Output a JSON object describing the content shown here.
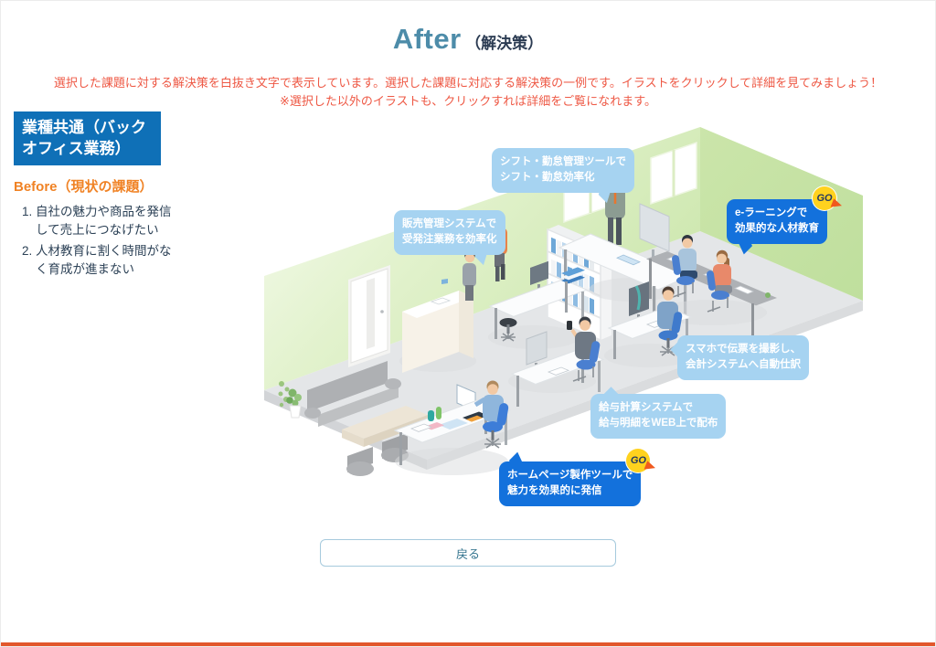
{
  "header": {
    "title_en": "After",
    "title_ja": "（解決策）"
  },
  "instructions": {
    "line1": "選択した課題に対する解決策を白抜き文字で表示しています。選択した課題に対応する解決策の一例です。イラストをクリックして詳細を見てみましょう！",
    "line2": "※選択した以外のイラストも、クリックすれば詳細をご覧になれます。"
  },
  "sidebar": {
    "category": "業種共通（バックオフィス業務）",
    "before_label": "Before（現状の課題）",
    "issues": [
      "自社の魅力や商品を発信して売上につなげたい",
      "人材教育に割く時間がなく育成が進まない"
    ]
  },
  "callouts": [
    {
      "id": "shift-management",
      "style": "light",
      "line1": "シフト・勤怠管理ツールで",
      "line2": "シフト・勤怠効率化",
      "go": false
    },
    {
      "id": "sales-management",
      "style": "light",
      "line1": "販売管理システムで",
      "line2": "受発注業務を効率化",
      "go": false
    },
    {
      "id": "e-learning",
      "style": "dark",
      "line1": "e-ラーニングで",
      "line2": "効果的な人材教育",
      "go": true
    },
    {
      "id": "receipt-accounting",
      "style": "light",
      "line1": "スマホで伝票を撮影し、",
      "line2": "会計システムへ自動仕訳",
      "go": false
    },
    {
      "id": "payroll",
      "style": "light",
      "line1": "給与計算システムで",
      "line2": "給与明細をWEB上で配布",
      "go": false
    },
    {
      "id": "homepage-tool",
      "style": "dark",
      "line1": "ホームページ製作ツールで",
      "line2": "魅力を効果的に発信",
      "go": true
    }
  ],
  "go_label": "GO",
  "buttons": {
    "back": "戻る"
  },
  "colors": {
    "title_teal": "#4d8ca9",
    "instruction_red": "#ee5844",
    "category_blue": "#0f70b7",
    "before_orange": "#f08224",
    "bubble_light": "#a6d3f1",
    "bubble_dark": "#1371dc",
    "go_yellow": "#ffd21e",
    "bottom_bar_orange": "#e2572b",
    "wall_green": "#cde7ae",
    "floor_gray": "#e4e6e8"
  }
}
